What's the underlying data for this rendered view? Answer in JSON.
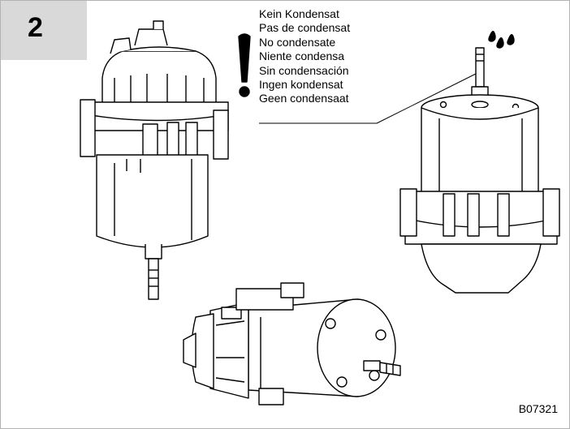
{
  "step_number": "2",
  "warning_lines": [
    "Kein Kondensat",
    "Pas de condensat",
    "No condensate",
    "Niente condensa",
    "Sin condensación",
    "Ingen kondensat",
    "Geen condensaat"
  ],
  "figure_id": "B07321",
  "icons": [
    "exclamation-icon",
    "water-drops-icon"
  ],
  "colors": {
    "step_box": "#d9d9d9",
    "frame_border": "#b3b3b3",
    "line": "#000000"
  }
}
